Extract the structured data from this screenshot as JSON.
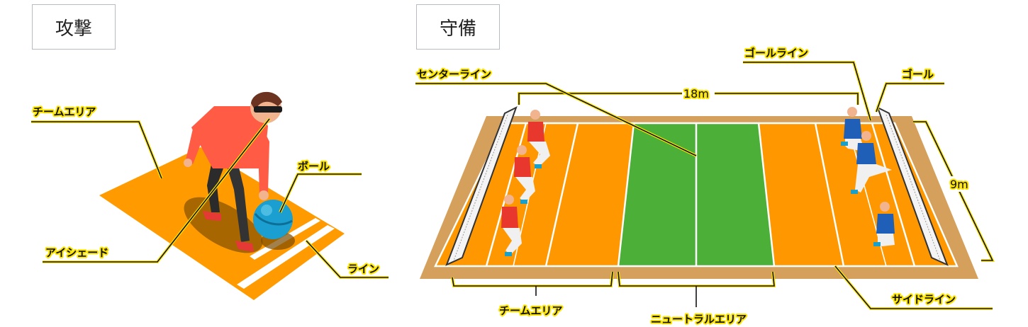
{
  "titles": {
    "attack": "攻撃",
    "defense": "守備"
  },
  "attack_labels": {
    "team_area": "チームエリア",
    "ball": "ボール",
    "eyeshade": "アイシェード",
    "line": "ライン"
  },
  "defense_labels": {
    "center_line": "センターライン",
    "goal_line": "ゴールライン",
    "goal": "ゴール",
    "length": "18m",
    "width": "9m",
    "team_area": "チームエリア",
    "neutral_area": "ニュートラルエリア",
    "side_line": "サイドライン"
  },
  "colors": {
    "orange": "#ff9800",
    "green": "#4caf38",
    "tan": "#d4a05c",
    "red_jersey": "#e8372c",
    "blue_jersey": "#1f5fb8",
    "ball": "#1a9fd0",
    "highlight": "#ffe600"
  }
}
